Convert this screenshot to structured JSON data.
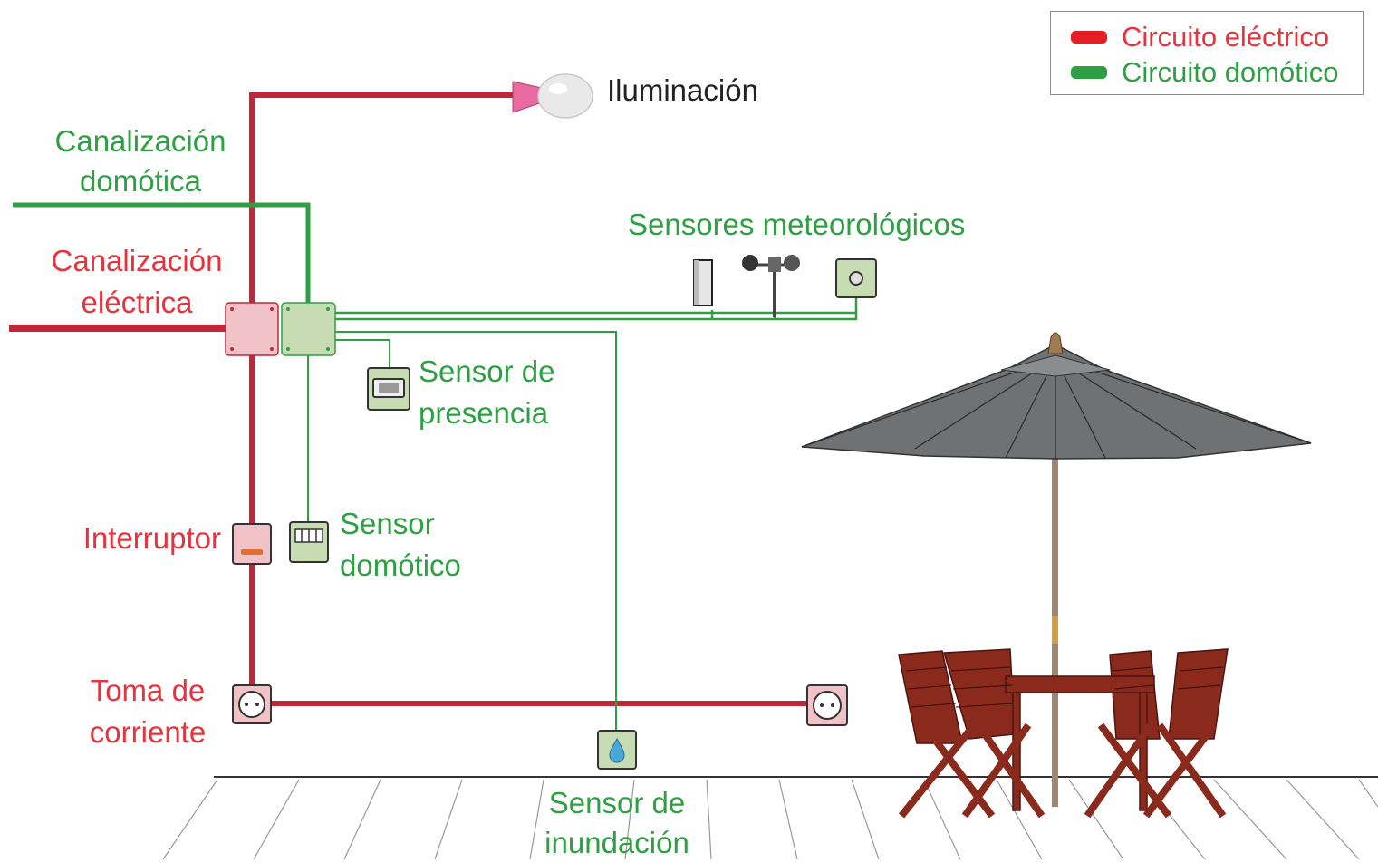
{
  "legend": {
    "items": [
      {
        "label": "Circuito eléctrico",
        "color": "#e31e24"
      },
      {
        "label": "Circuito domótico",
        "color": "#2ea043"
      }
    ]
  },
  "labels": {
    "lighting": "Iluminación",
    "domotic_channel": [
      "Canalización",
      "domótica"
    ],
    "electric_channel": [
      "Canalización",
      "eléctrica"
    ],
    "weather_sensors": "Sensores meteorológicos",
    "presence_sensor": [
      "Sensor de",
      "presencia"
    ],
    "switch": "Interruptor",
    "domotic_sensor": [
      "Sensor",
      "domótico"
    ],
    "socket": [
      "Toma de",
      "corriente"
    ],
    "flood_sensor": [
      "Sensor de",
      "inundación"
    ]
  },
  "colors": {
    "electric": "#c0283a",
    "domotic": "#2ea043",
    "electric_text": "#e8323c",
    "domotic_text": "#2ea043",
    "electric_box": "#f2c2c9",
    "domotic_box": "#c8dcb4",
    "umbrella": "#6f7173",
    "wood": "#8a2a1c"
  },
  "icons": [
    "light-bulb-icon",
    "rain-gauge-icon",
    "anemometer-icon",
    "light-sensor-icon",
    "presence-sensor-icon",
    "switch-icon",
    "domotic-sensor-icon",
    "socket-icon",
    "water-drop-icon",
    "umbrella-icon",
    "table-chairs-icon"
  ]
}
